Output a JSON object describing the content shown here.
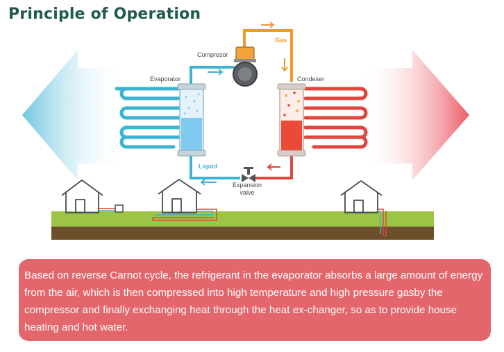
{
  "title": "Principle of Operation",
  "labels": {
    "evaporator": "Evaporator",
    "compressor": "Compresor",
    "condenser": "Condeser",
    "gas": "Gas",
    "liquid": "Liquid",
    "expansion_valve_line1": "Expansion",
    "expansion_valve_line2": "valve"
  },
  "description": "Based on reverse Carnot cycle, the refrigerant in the evaporator absorbs a large amount of energy from the air, which is then compressed into high temperature and high pressure gasby the compressor and finally exchanging heat through the heat ex-changer, so as to provide house heating and hot water.",
  "colors": {
    "title": "#1f5a4e",
    "cold": "#3bb4d4",
    "hot": "#e0463c",
    "gas": "#f09a2a",
    "ground_grass": "#9cc446",
    "ground_soil": "#6b4f2a",
    "panel": "#e2666c"
  }
}
